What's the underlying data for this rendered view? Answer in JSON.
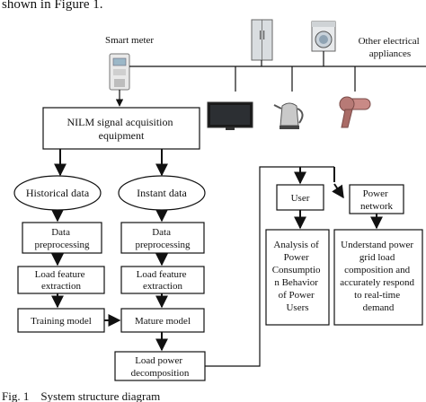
{
  "header_fragment": "shown in Figure 1.",
  "smart_meter_label": "Smart meter",
  "other_appliances_label": [
    "Other electrical",
    "appliances"
  ],
  "nilm_box": [
    "NILM signal acquisition",
    "equipment"
  ],
  "historical_data": "Historical data",
  "instant_data": "Instant data",
  "preprocessing_left": [
    "Data",
    "preprocessing"
  ],
  "preprocessing_right": [
    "Data",
    "preprocessing"
  ],
  "feature_left": [
    "Load feature",
    "extraction"
  ],
  "feature_right": [
    "Load feature",
    "extraction"
  ],
  "training_model": "Training model",
  "mature_model": "Mature model",
  "load_power_decomposition": [
    "Load power",
    "decomposition"
  ],
  "user_box": "User",
  "power_network_box": [
    "Power",
    "network"
  ],
  "analysis_box": [
    "Analysis of",
    "Power",
    "Consumptio",
    "n Behavior",
    "of Power",
    "Users"
  ],
  "understand_box": [
    "Understand power",
    "grid load",
    "composition and",
    "accurately respond",
    "to real-time",
    "demand"
  ],
  "caption": "Fig. 1    System structure diagram",
  "icons": [
    "smart-meter-icon",
    "refrigerator-icon",
    "washing-machine-icon",
    "television-icon",
    "kettle-icon",
    "hair-dryer-icon"
  ]
}
